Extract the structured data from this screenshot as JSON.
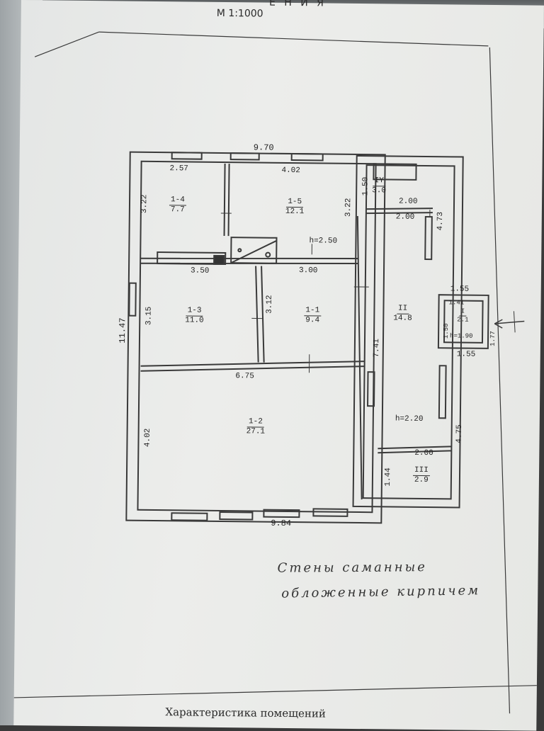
{
  "header": {
    "top_fragment": "Е Н И Я",
    "scale": "М 1:1000"
  },
  "dimensions": {
    "top_total": "9.70",
    "bottom_total": "9.84",
    "left_total": "11.47",
    "d_257": "2.57",
    "d_402_top": "4.02",
    "d_150": "1.50",
    "d_200_a": "2.00",
    "d_200_b": "2.00",
    "d_473": "4.73",
    "d_322_left": "3.22",
    "d_322_right": "3.22",
    "d_350": "3.50",
    "d_300": "3.00",
    "d_315": "3.15",
    "d_312": "3.12",
    "d_675": "6.75",
    "d_402_left": "4.02",
    "d_741": "7.41",
    "d_475": "4.75",
    "d_155_top": "1.55",
    "d_141": "1.41",
    "d_150_porch": "1.50",
    "d_177": "1.77",
    "d_155_bottom": "1.55",
    "d_200_c": "2.00",
    "d_144": "1.44",
    "h_250": "h=2.50",
    "h_220": "h=2.20",
    "h_190": "h=1.90"
  },
  "rooms": [
    {
      "id": "1-4",
      "area": "7.7"
    },
    {
      "id": "1-5",
      "area": "12.1"
    },
    {
      "id": "IY",
      "area": "3.0"
    },
    {
      "id": "1-3",
      "area": "11.0"
    },
    {
      "id": "1-1",
      "area": "9.4"
    },
    {
      "id": "II",
      "area": "14.8"
    },
    {
      "id": "I",
      "area": "2.1"
    },
    {
      "id": "1-2",
      "area": "27.1"
    },
    {
      "id": "III",
      "area": "2.9"
    }
  ],
  "note": {
    "line1": "Стены саманные",
    "line2": "обложенные кирпичем"
  },
  "footer": {
    "title": "Характеристика помещений"
  },
  "colors": {
    "paper": "#e9eae7",
    "ink": "#2b2b2b"
  }
}
